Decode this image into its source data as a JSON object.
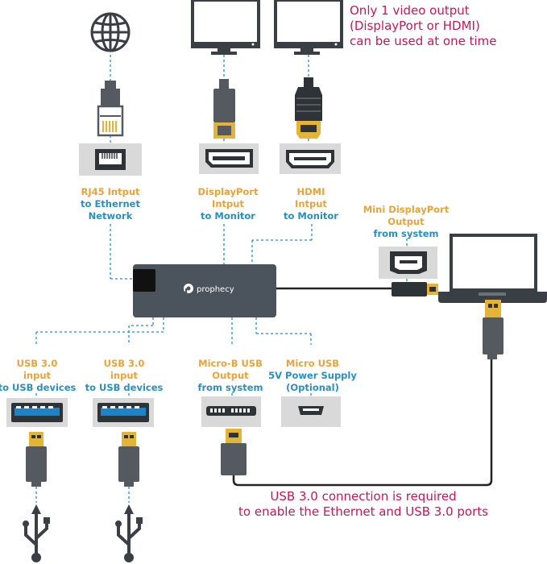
{
  "colors": {
    "orange": "#e8a33a",
    "blue": "#2a8ec0",
    "magenta": "#c2185b",
    "hub": "#4b535c",
    "port_box": "#d9d9d9",
    "plug_gray": "#555a60",
    "plug_gold": "#e4b436"
  },
  "note_video": {
    "line1": "Only 1 video output",
    "line2": "(DisplayPort or HDMI)",
    "line3": "can be used at one time"
  },
  "hub": {
    "brand": "prophecy"
  },
  "labels": {
    "rj45": {
      "line1": "RJ45 Intput",
      "line2": "to Ethernet",
      "line3": "Network"
    },
    "displayport": {
      "line1": "DisplayPort",
      "line2": "Intput",
      "line3": "to Monitor"
    },
    "hdmi": {
      "line1": "HDMI",
      "line2": "Intput",
      "line3": "to Monitor"
    },
    "mini_dp": {
      "line1": "Mini DisplayPort",
      "line2": "Output",
      "line3": "from system"
    },
    "usb_a1": {
      "line1": "USB 3.0",
      "line2": "input",
      "line3": "to USB devices"
    },
    "usb_a2": {
      "line1": "USB 3.0",
      "line2": "input",
      "line3": "to USB devices"
    },
    "micro_b": {
      "line1": "Micro-B USB",
      "line2": "Output",
      "line3": "from system"
    },
    "micro_usb": {
      "line1": "Micro USB",
      "line2": "5V Power Supply",
      "line3": "(Optional)"
    }
  },
  "note_usb": {
    "line1": "USB 3.0 connection is required",
    "line2": "to enable the Ethernet and USB 3.0 ports"
  },
  "icons": [
    "globe-icon",
    "ethernet-plug-icon",
    "monitor-icon",
    "displayport-plug-icon",
    "hdmi-plug-icon",
    "laptop-icon",
    "mini-displayport-plug-icon",
    "usb-a-plug-icon",
    "usb-symbol-icon",
    "micro-b-plug-icon"
  ]
}
